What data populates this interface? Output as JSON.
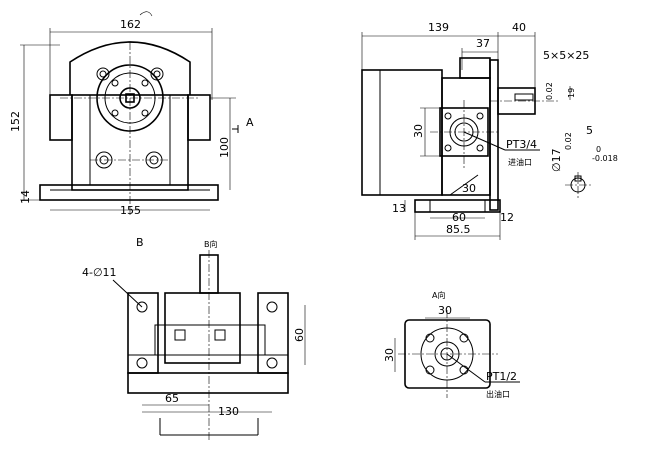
{
  "front_view": {
    "width_label": "162",
    "height_label": "152",
    "base_label": "14",
    "center_label": "100",
    "bottom_label": "155",
    "section_a_label": "A",
    "section_b_label": "B"
  },
  "side_view": {
    "length_label": "139",
    "shaft_label": "40",
    "flange_label": "37",
    "key_label": "5×5×25",
    "key_depth_label": "19",
    "port_height_label": "30",
    "port_label": "PT3/4",
    "port_caption": "进油口",
    "shaft_tol_label": "∅17",
    "shaft_tol_upper": "0.02",
    "shaft_tol_lower": "0.02",
    "key_width_label": "5",
    "key_tol_upper": "0",
    "key_tol_lower": "-0.018",
    "mount_30_label": "30",
    "base_13_label": "13",
    "base_60_label": "60",
    "base_12_label": "12",
    "base_855_label": "85.5"
  },
  "top_view": {
    "hole_label": "4-∅11",
    "view_label": "B向",
    "width_label": "60",
    "left_label": "65",
    "total_label": "130"
  },
  "port_view": {
    "view_label": "A向",
    "top_label": "30",
    "side_label": "30",
    "port_label": "PT1/2",
    "port_caption": "出油口"
  }
}
